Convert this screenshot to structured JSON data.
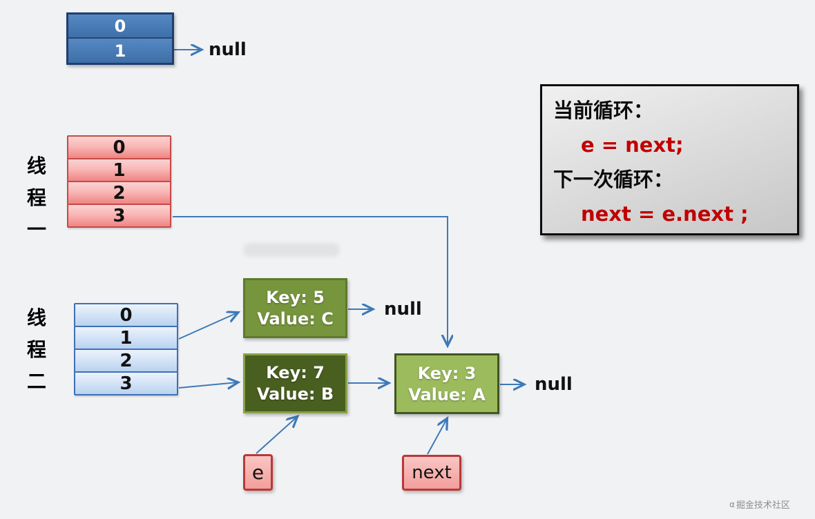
{
  "top_bucket_table": {
    "rows": [
      "0",
      "1"
    ]
  },
  "top_null_label": "null",
  "thread1": {
    "label": "线程一",
    "rows": [
      "0",
      "1",
      "2",
      "3"
    ]
  },
  "thread2": {
    "label": "线程二",
    "rows": [
      "0",
      "1",
      "2",
      "3"
    ]
  },
  "nodes": {
    "key5": {
      "key": "Key: 5",
      "value": "Value: C"
    },
    "key7": {
      "key": "Key: 7",
      "value": "Value: B"
    },
    "key3": {
      "key": "Key: 3",
      "value": "Value: A"
    }
  },
  "null_after_key5": "null",
  "null_after_key3": "null",
  "pointers": {
    "e": "e",
    "next": "next"
  },
  "code_box": {
    "line1": "当前循环：",
    "line2": "e = next;",
    "line3": "下一次循环：",
    "line4": "next = e.next ;"
  },
  "watermark": {
    "logo": "α",
    "text": "掘金技术社区"
  },
  "colors": {
    "background": "#f1f2f4",
    "arrow_blue": "#3e79b8",
    "code_red": "#c00000",
    "steel_blue_fill": "#4678b2",
    "pink_fill": "#f4a7a5",
    "light_blue_fill": "#cfe0f5",
    "mid_green": "#76953d",
    "dark_green": "#495f20",
    "light_green": "#9cbb5c"
  }
}
